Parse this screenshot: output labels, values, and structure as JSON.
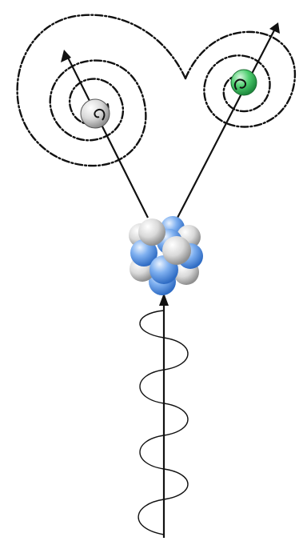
{
  "diagram": {
    "kind": "pair-production-illustration",
    "background_color": "#ffffff",
    "components": [
      {
        "name": "incoming-photon",
        "icon": "wavy-line-with-arrow"
      },
      {
        "name": "nucleus",
        "icon": "cluster-of-spheres",
        "protons": 8,
        "neutrons": 7
      },
      {
        "name": "left-particle",
        "icon": "gray-sphere"
      },
      {
        "name": "right-particle",
        "icon": "green-sphere"
      }
    ],
    "colors": {
      "ink": "#111111",
      "proton_color": "#4f8de0",
      "neutron_color": "#d6d6d6",
      "left_particle_color": "#cfcfcf",
      "right_particle_color": "#3dbb5e"
    }
  }
}
